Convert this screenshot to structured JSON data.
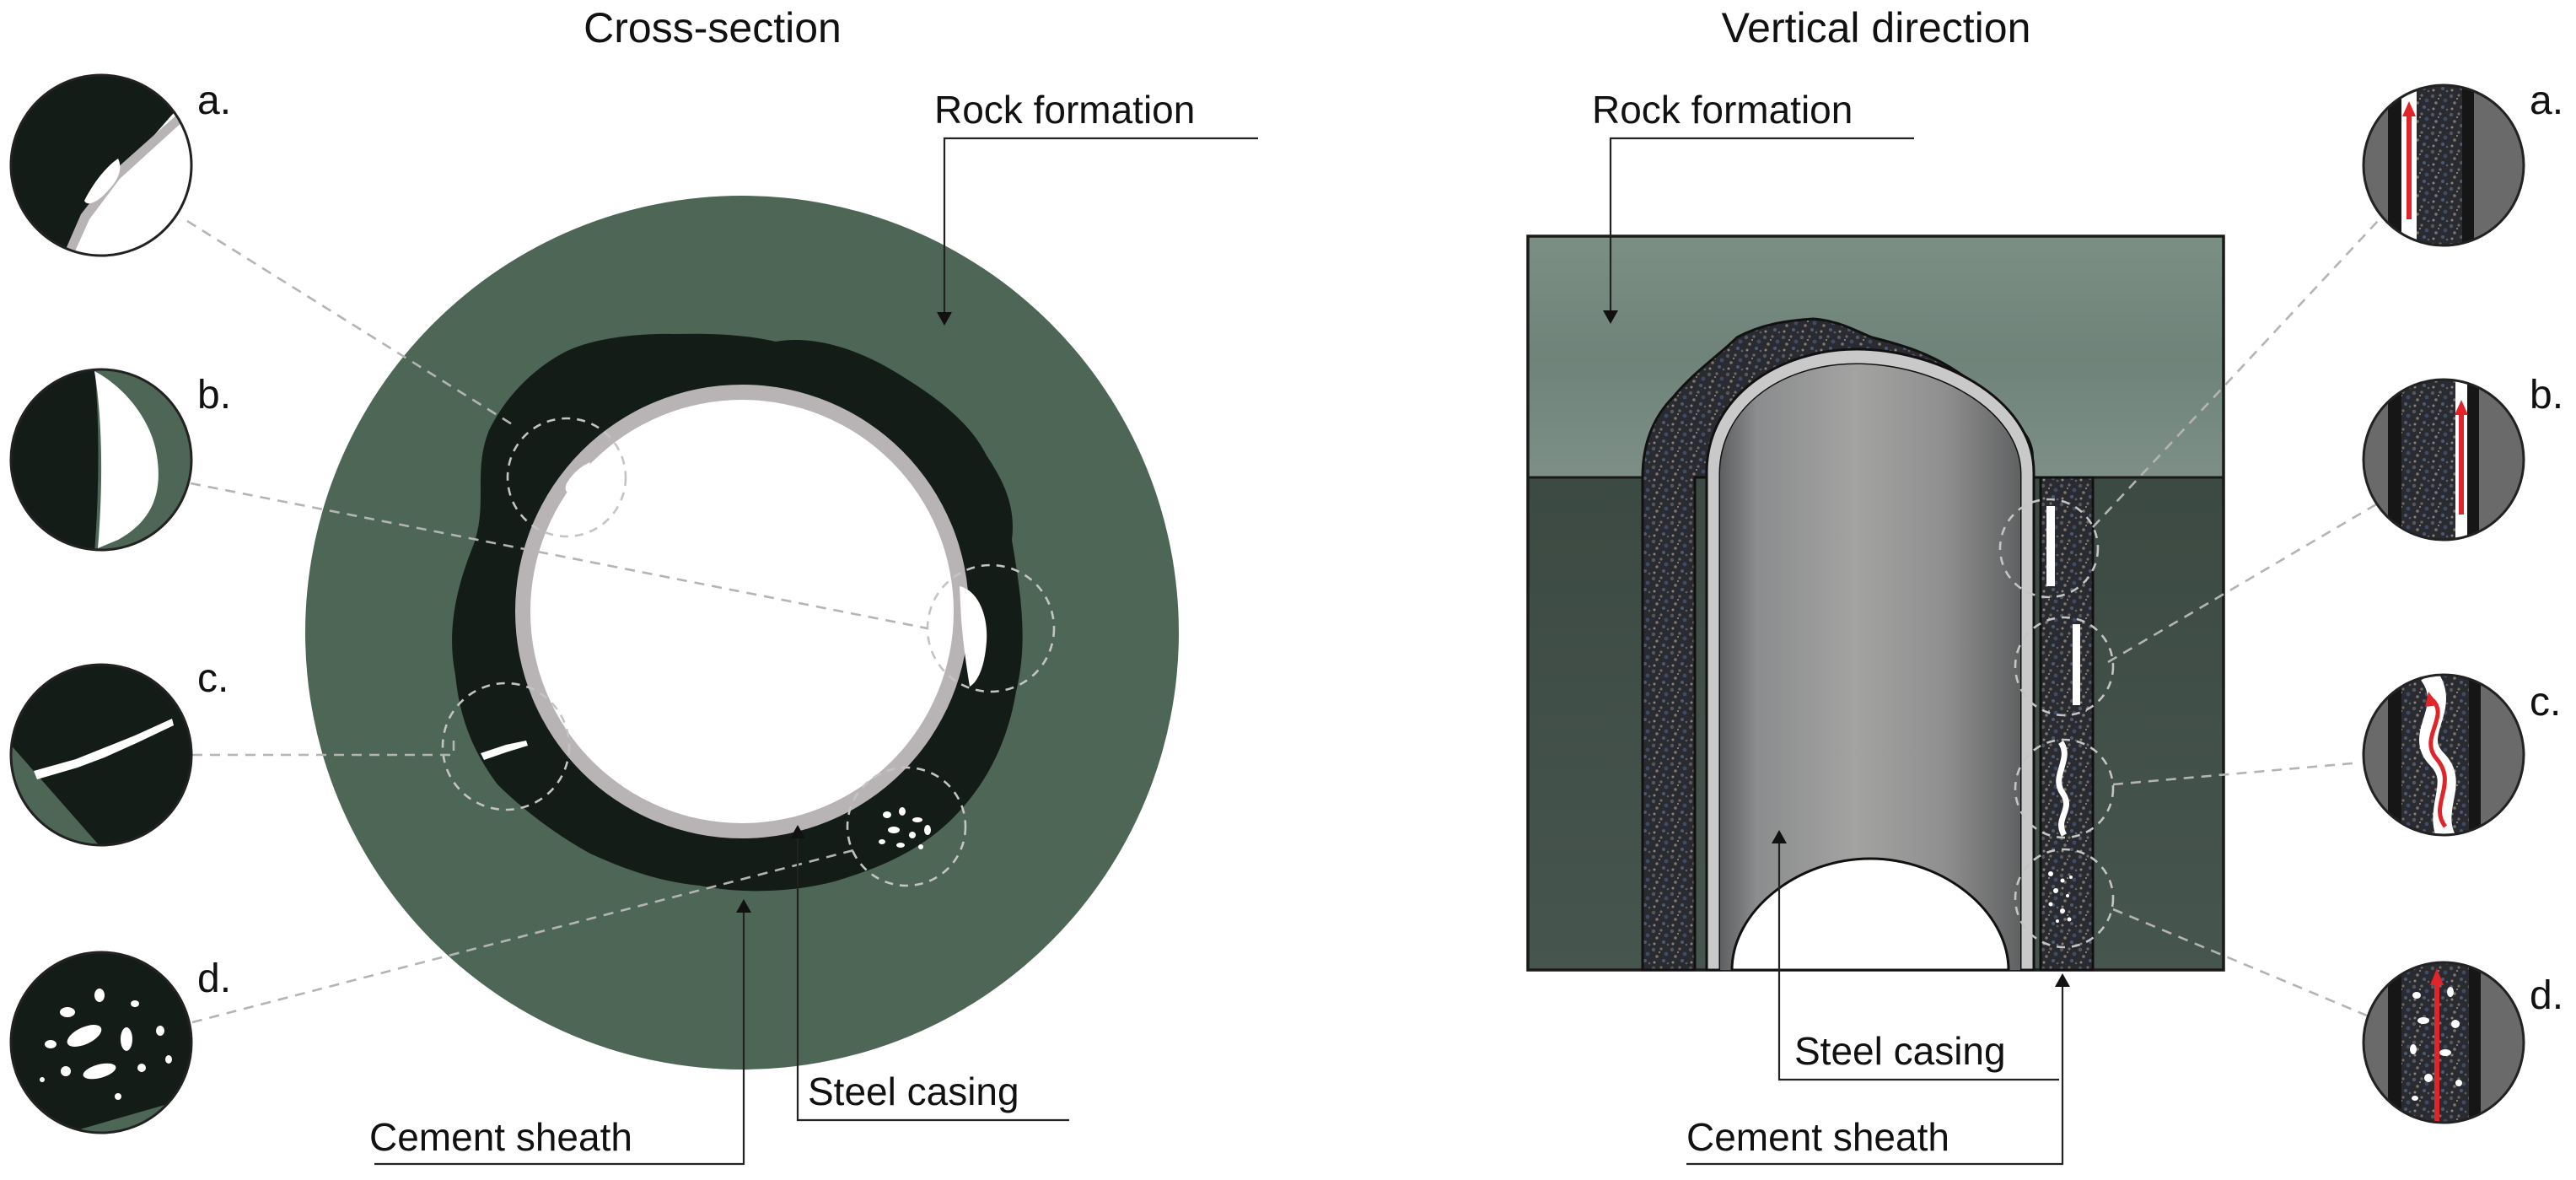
{
  "cross_section": {
    "title": "Cross-section",
    "labels": {
      "rock_formation": "Rock formation",
      "cement_sheath": "Cement sheath",
      "steel_casing": "Steel casing"
    },
    "insets": [
      "a.",
      "b.",
      "c.",
      "d."
    ]
  },
  "vertical_direction": {
    "title": "Vertical direction",
    "labels": {
      "rock_formation": "Rock formation",
      "cement_sheath": "Cement sheath",
      "steel_casing": "Steel casing"
    },
    "insets": [
      "a.",
      "b.",
      "c.",
      "d."
    ]
  },
  "colors": {
    "rock_green": "#4e6656",
    "cement_dark": "#141c17",
    "casing_grey": "#b8b4b6",
    "flow_red": "#e0242a"
  }
}
